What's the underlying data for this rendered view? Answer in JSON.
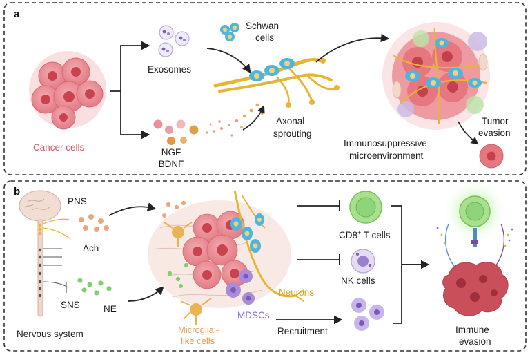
{
  "panel_a": {
    "label": "a",
    "cancer_cells": "Cancer cells",
    "exosomes": "Exosomes",
    "schwan_line1": "Schwan",
    "schwan_line2": "cells",
    "ngf": "NGF",
    "bdnf": "BDNF",
    "axonal_line1": "Axonal",
    "axonal_line2": "sprouting",
    "immuno_line1": "Immunosuppressive",
    "immuno_line2": "microenvironment",
    "tumor_line1": "Tumor",
    "tumor_line2": "evasion"
  },
  "panel_b": {
    "label": "b",
    "pns": "PNS",
    "ach": "Ach",
    "sns": "SNS",
    "ne": "NE",
    "nervous_system": "Nervous system",
    "microglial_line1": "Microglial-",
    "microglial_line2": "like cells",
    "mdscs": "MDSCs",
    "neurons": "Neurons",
    "cd8_prefix": "CD8",
    "cd8_sup": "+",
    "cd8_suffix": " T cells",
    "nk_cells": "NK cells",
    "recruitment": "Recruitment",
    "immune_line1": "Immune",
    "immune_line2": "evasion"
  },
  "colors": {
    "cancer": "#e9848c",
    "schwann": "#4db6de",
    "nerve": "#e8b533",
    "mdsc": "#a98bd8",
    "tcell": "#8fd47a"
  }
}
